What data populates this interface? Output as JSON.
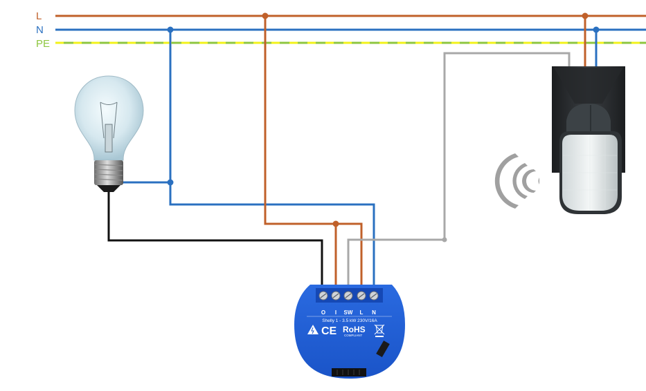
{
  "title": "Shelly 1 wiring diagram with motion sensor",
  "rails": [
    {
      "id": "L",
      "label": "L",
      "color": "#c0602a"
    },
    {
      "id": "N",
      "label": "N",
      "color": "#2a70c0"
    },
    {
      "id": "PE",
      "label": "PE",
      "color": "#8dc63f",
      "stripe": "#f2f21a"
    }
  ],
  "wire_colors": {
    "live": "#c0602a",
    "neutral": "#2a70c0",
    "switched": "#111111",
    "sensor": "#a8a8a8"
  },
  "device": {
    "name": "Shelly 1",
    "spec": "Shelly 1 - 3.5 kW 230V/16A",
    "body_color": "#1f5fd6",
    "terminals": [
      "O",
      "I",
      "SW",
      "L",
      "N"
    ],
    "certifications": [
      "CE",
      "RoHS"
    ],
    "rohs_sub": "COMPLIANT"
  },
  "components": {
    "lamp": "Light bulb",
    "sensor": "Motion sensor"
  }
}
